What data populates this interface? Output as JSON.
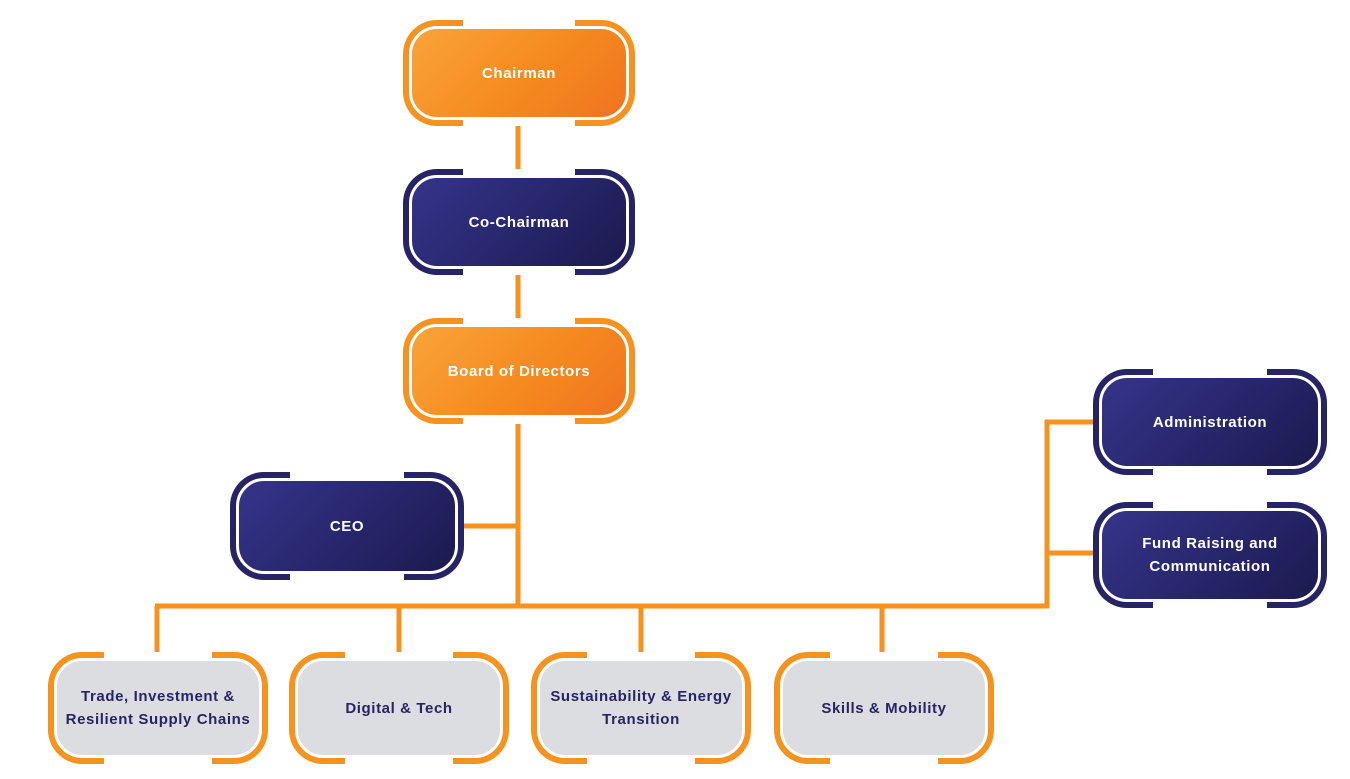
{
  "colors": {
    "orange": "#f6921e",
    "navy": "#272466",
    "grey_fill": "#dcdde0",
    "connector": "#f6921e"
  },
  "nodes": {
    "chairman": {
      "label": "Chairman",
      "style": "orange"
    },
    "co_chairman": {
      "label": "Co-Chairman",
      "style": "navy"
    },
    "board": {
      "label": "Board of Directors",
      "style": "orange"
    },
    "ceo": {
      "label": "CEO",
      "style": "navy"
    },
    "administration": {
      "label": "Administration",
      "style": "navy"
    },
    "fund_raising": {
      "label": "Fund Raising and\nCommunication",
      "style": "navy"
    },
    "trade": {
      "label": "Trade, Investment &\nResilient Supply Chains",
      "style": "grey"
    },
    "digital": {
      "label": "Digital & Tech",
      "style": "grey"
    },
    "sustainability": {
      "label": "Sustainability & Energy\nTransition",
      "style": "grey"
    },
    "skills": {
      "label": "Skills & Mobility",
      "style": "grey"
    }
  }
}
